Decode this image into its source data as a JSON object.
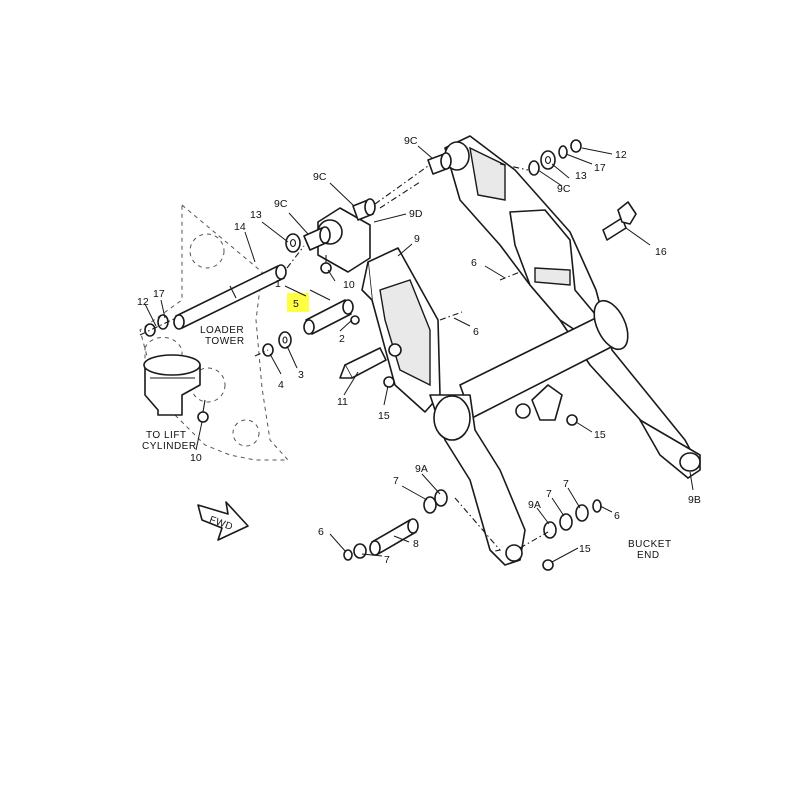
{
  "highlight_color": "#ffff44",
  "notes": {
    "loader_tower_1": "LOADER",
    "loader_tower_2": "TOWER",
    "lift_cyl_1": "TO LIFT",
    "lift_cyl_2": "CYLINDER",
    "bucket_1": "BUCKET",
    "bucket_2": "END",
    "fwd": "FWD"
  },
  "callouts": {
    "c_9c_top": "9C",
    "c_12_tr": "12",
    "c_17_tr": "17",
    "c_13_tr": "13",
    "c_9c_tr": "9C",
    "c_9c_mid": "9C",
    "c_9d": "9D",
    "c_9": "9",
    "c_16": "16",
    "c_9c_left": "9C",
    "c_13_left": "13",
    "c_14": "14",
    "c_10_mid": "10",
    "c_1": "1",
    "c_5": "5",
    "c_2": "2",
    "c_12_left": "12",
    "c_17_left": "17",
    "c_6_right": "6",
    "c_6_center": "6",
    "c_4": "4",
    "c_3": "3",
    "c_11": "11",
    "c_15_mid": "15",
    "c_15_right": "15",
    "c_10_low": "10",
    "c_9b": "9B",
    "c_7_a": "7",
    "c_9a_a": "9A",
    "c_8": "8",
    "c_6_low": "6",
    "c_7_low": "7",
    "c_9a_b": "9A",
    "c_7_b": "7",
    "c_7_c": "7",
    "c_6_br": "6",
    "c_15_low": "15"
  }
}
